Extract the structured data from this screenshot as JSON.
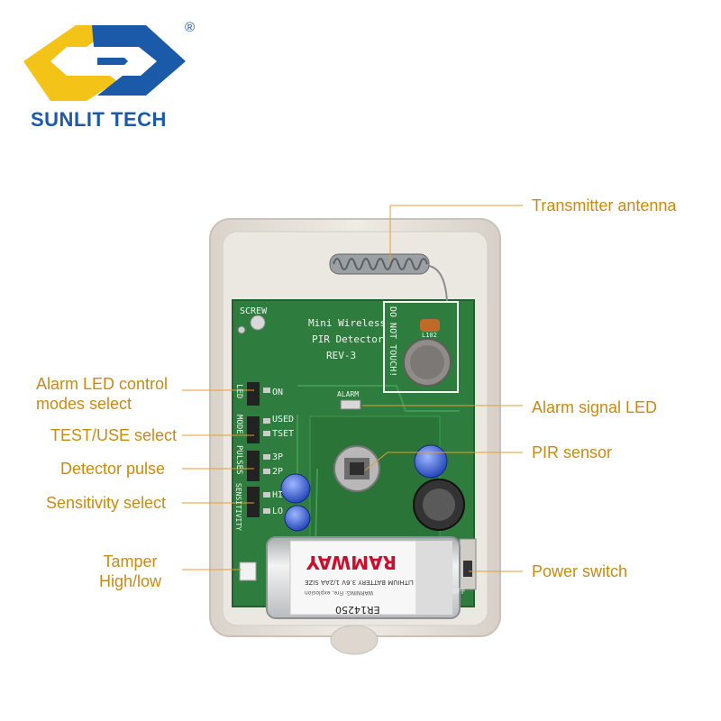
{
  "brand": {
    "name": "SUNLIT TECH",
    "registered_mark": "®",
    "colors": {
      "blue": "#1a5aa8",
      "yellow": "#f3c317"
    }
  },
  "callouts": [
    {
      "id": "transmitter-antenna",
      "label": "Transmitter antenna"
    },
    {
      "id": "alarm-signal-led",
      "label": "Alarm signal LED"
    },
    {
      "id": "pir-sensor",
      "label": "PIR sensor"
    },
    {
      "id": "power-switch",
      "label": "Power switch"
    },
    {
      "id": "alarm-led-control",
      "label": "Alarm LED control modes select"
    },
    {
      "id": "test-use-select",
      "label": "TEST/USE select"
    },
    {
      "id": "detector-pulse",
      "label": "Detector pulse"
    },
    {
      "id": "sensitivity-select",
      "label": "Sensitivity select"
    },
    {
      "id": "tamper",
      "label": "Tamper High/low"
    }
  ],
  "callout_lines": {
    "alarm_led_line1": "Alarm LED control",
    "alarm_led_line2": "modes select",
    "tamper_line1": "Tamper",
    "tamper_line2": "High/low"
  },
  "pcb": {
    "screw": "SCREW",
    "title_line1": "Mini Wireless",
    "title_line2": "PIR Detector",
    "title_line3": "REV-3",
    "do_not_touch": "DO NOT TOUCH!",
    "alarm": "ALARM",
    "on": "ON",
    "used": "USED",
    "tset": "TSET",
    "p3": "3P",
    "p2": "2P",
    "hi": "HI",
    "lo": "LO",
    "led": "LED",
    "mode": "MODE",
    "pulses": "PULSES",
    "sensitivity": "SENSITIVITY",
    "off": "OFF",
    "l102": "L102"
  },
  "battery": {
    "model": "ER14250",
    "brand": "RAMWAY",
    "spec": "LITHIUM BATTERY 3.6V 1/2AA SIZE",
    "warning": "WARNING: Fire, explosion"
  },
  "colors": {
    "callout_text": "#c98a12",
    "leader": "#e0a030",
    "pcb_green": "#2f7d3e",
    "case": "#e6e1da"
  }
}
